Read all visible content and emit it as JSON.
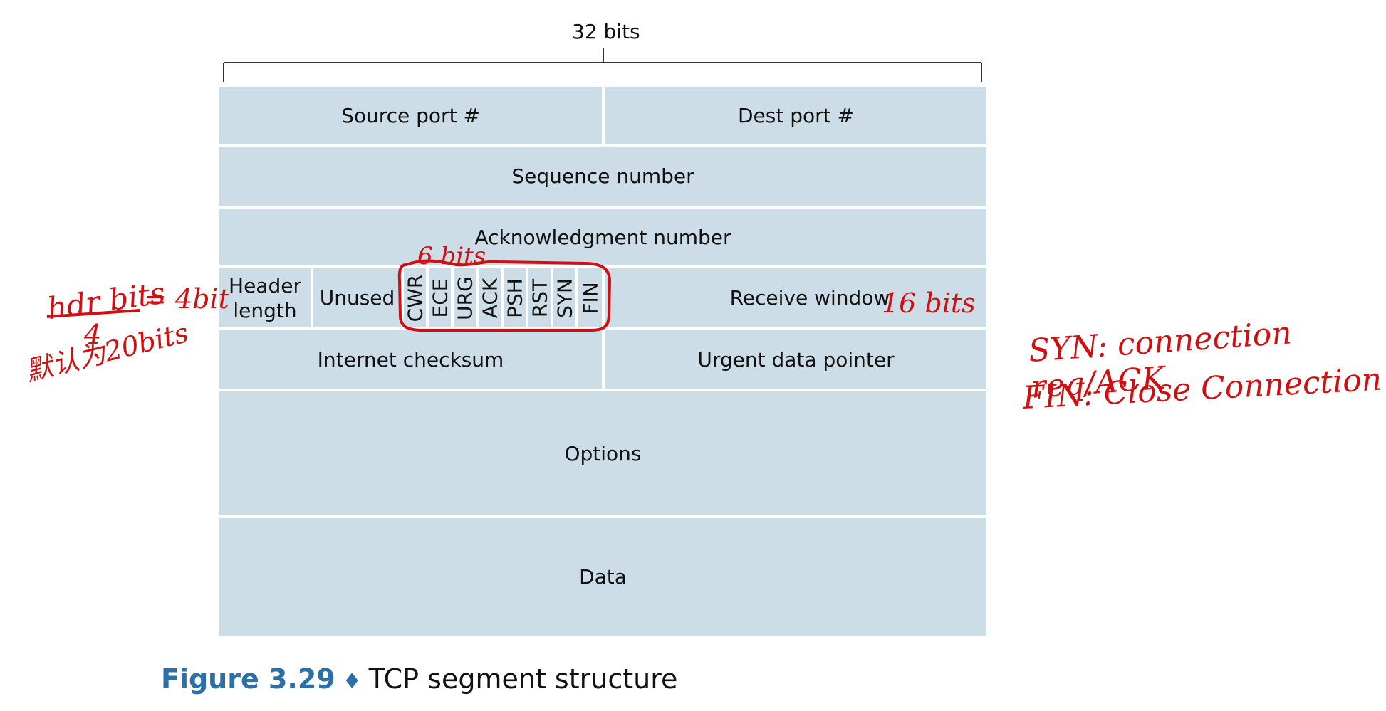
{
  "diagram": {
    "width_label": "32 bits",
    "rows": {
      "source_port": "Source port #",
      "dest_port": "Dest port #",
      "sequence_number": "Sequence number",
      "ack_number": "Acknowledgment number",
      "header_length": "Header length",
      "unused": "Unused",
      "flags": [
        "CWR",
        "ECE",
        "URG",
        "ACK",
        "PSH",
        "RST",
        "SYN",
        "FIN"
      ],
      "receive_window": "Receive window",
      "internet_checksum": "Internet checksum",
      "urgent_pointer": "Urgent data pointer",
      "options": "Options",
      "data": "Data"
    },
    "colors": {
      "field_fill": "#ccdde7",
      "caption_accent": "#2b6fa8",
      "annotation": "#d10f10"
    }
  },
  "caption": {
    "figure": "Figure 3.29",
    "separator": "♦",
    "text": "TCP segment structure"
  },
  "annotations": {
    "flags_bits": "6 bits",
    "receive_window_bits": "16 bits",
    "hdr_formula_top": "hdr bits",
    "hdr_formula_eq": "= 4bit",
    "hdr_formula_den": "4",
    "hdr_default": "默认为20bits",
    "syn_note": "SYN: connection req/ACK",
    "fin_note": "FIN: Close Connection"
  }
}
